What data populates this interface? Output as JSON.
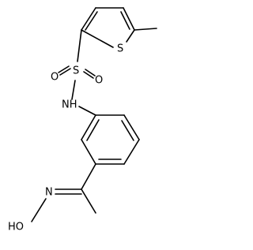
{
  "molecule": {
    "atoms": {
      "thiophene_s": "S",
      "sulfonyl_s": "S",
      "sulfonyl_o1": "O",
      "sulfonyl_o2": "O",
      "amine": "NH",
      "oxime_n": "N",
      "hydroxyl": "HO"
    }
  }
}
